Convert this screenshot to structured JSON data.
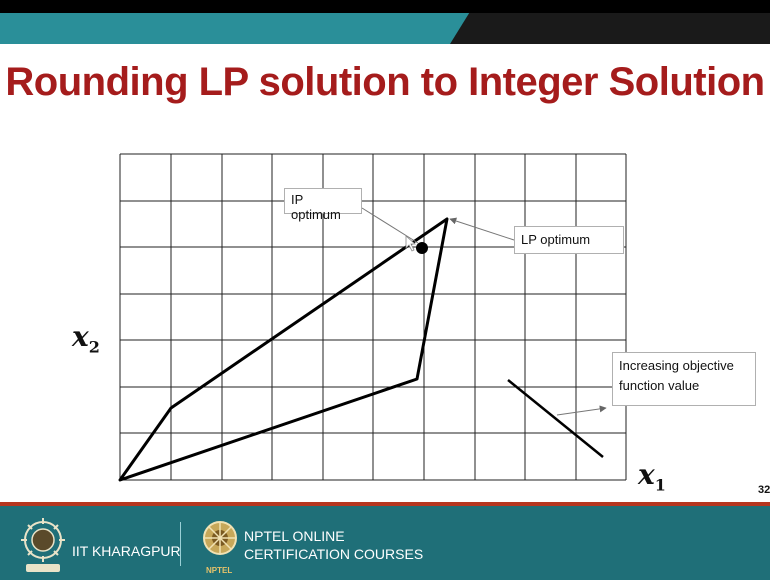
{
  "slide": {
    "title": "Rounding LP solution to Integer Solution",
    "page_number": "32"
  },
  "diagram": {
    "x_axis_label": "x",
    "x_axis_subscript": "1",
    "y_axis_label": "x",
    "y_axis_subscript": "2",
    "callouts": {
      "ip_optimum": "IP optimum",
      "lp_optimum": "LP optimum",
      "increasing_objective": "Increasing objective function value"
    }
  },
  "footer": {
    "institute": "IIT KHARAGPUR",
    "program_line1": "NPTEL ONLINE",
    "program_line2": "CERTIFICATION COURSES",
    "program_logo_text": "NPTEL"
  },
  "colors": {
    "title": "#a51c1c",
    "header_band": "#2a8f99",
    "footer_band": "#1f6f78",
    "footer_accent": "#b5351f"
  }
}
